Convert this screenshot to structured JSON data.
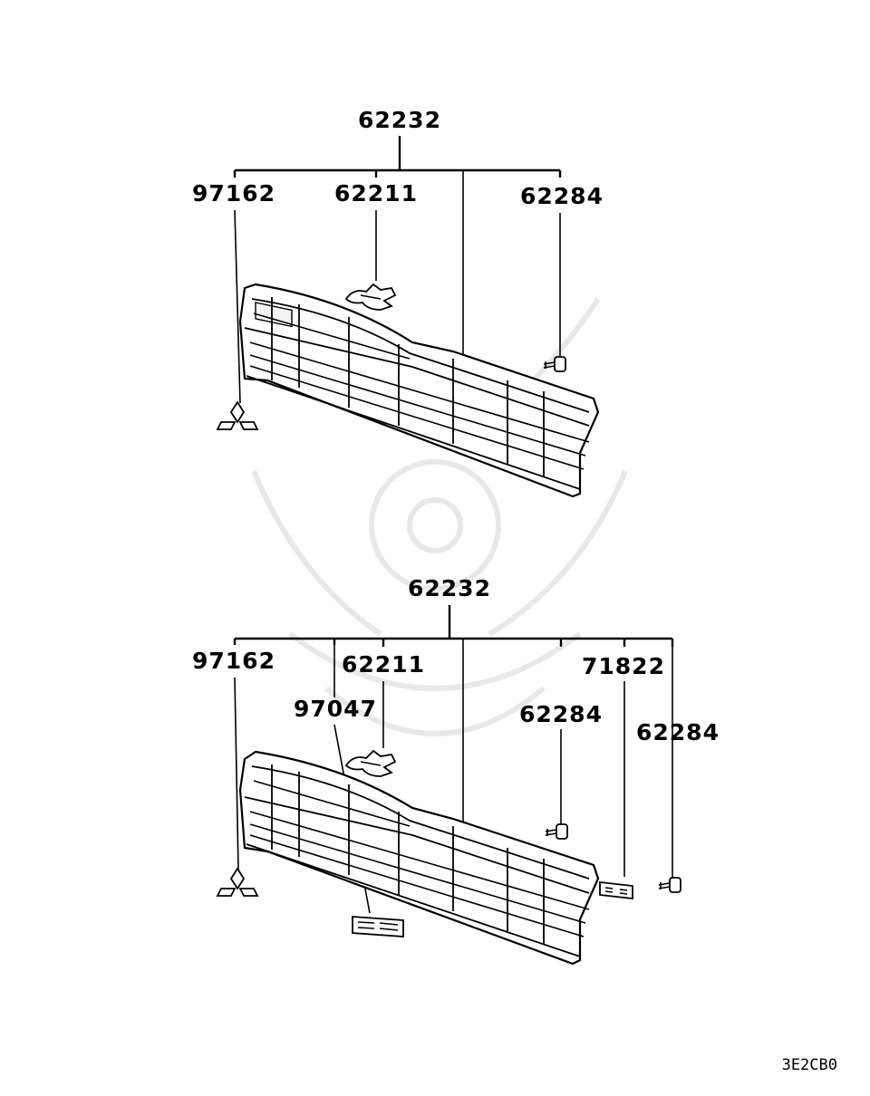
{
  "diagram_code": "3E2CB0",
  "upper_assembly": {
    "parent_part": "62232",
    "parts": [
      "97162",
      "62211",
      "62284"
    ]
  },
  "lower_assembly": {
    "parent_part": "62232",
    "parts": [
      "97162",
      "62211",
      "71822",
      "97047",
      "62284",
      "62284"
    ]
  }
}
